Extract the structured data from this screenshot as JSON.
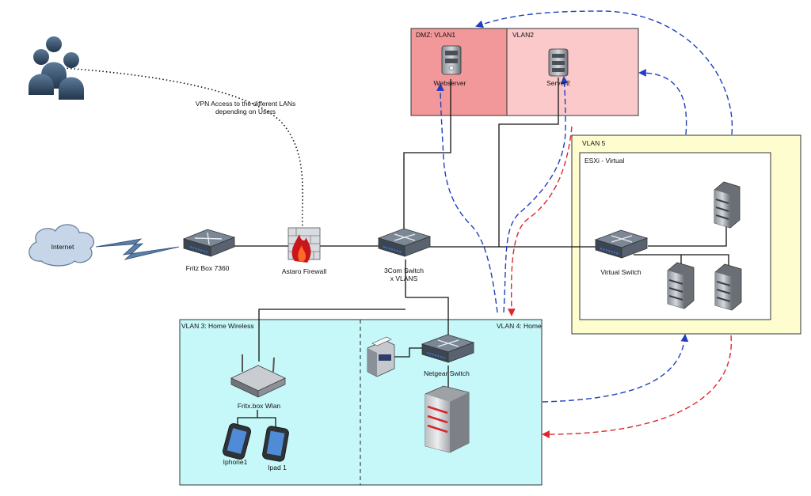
{
  "zones": {
    "dmz": "DMZ: VLAN1",
    "vlan2": "VLAN2",
    "vlan5": "VLAN 5",
    "esxi": "ESXi - Virtual",
    "vlan3": "VLAN 3: Home Wireless",
    "vlan4": "VLAN 4: Home"
  },
  "nodes": {
    "users": "",
    "internet": "Internet",
    "fritz_box": "Fritz Box 7360",
    "firewall": "Astaro Firewall",
    "switch_3com": [
      "3Com Switch",
      "x VLANS"
    ],
    "webserver": "Webserver",
    "server2": "Server2",
    "virtual_switch": "Virtual Switch",
    "fritz_wlan": "Fritx.box Wlan",
    "netgear": "Netgear Switch",
    "iphone": "Iphone1",
    "ipad": "Ipad 1"
  },
  "annotations": {
    "vpn": [
      "VPN Access to the different LANs",
      "depending on Users"
    ]
  },
  "colors": {
    "dmz_fill": "#f3989a",
    "vlan2_fill": "#fcc9ca",
    "vlan5_fill": "#fefdd0",
    "home_fill": "#c7f8f9",
    "flow_blue": "#1f3fbf",
    "flow_red": "#e0262a",
    "link": "#111111"
  }
}
